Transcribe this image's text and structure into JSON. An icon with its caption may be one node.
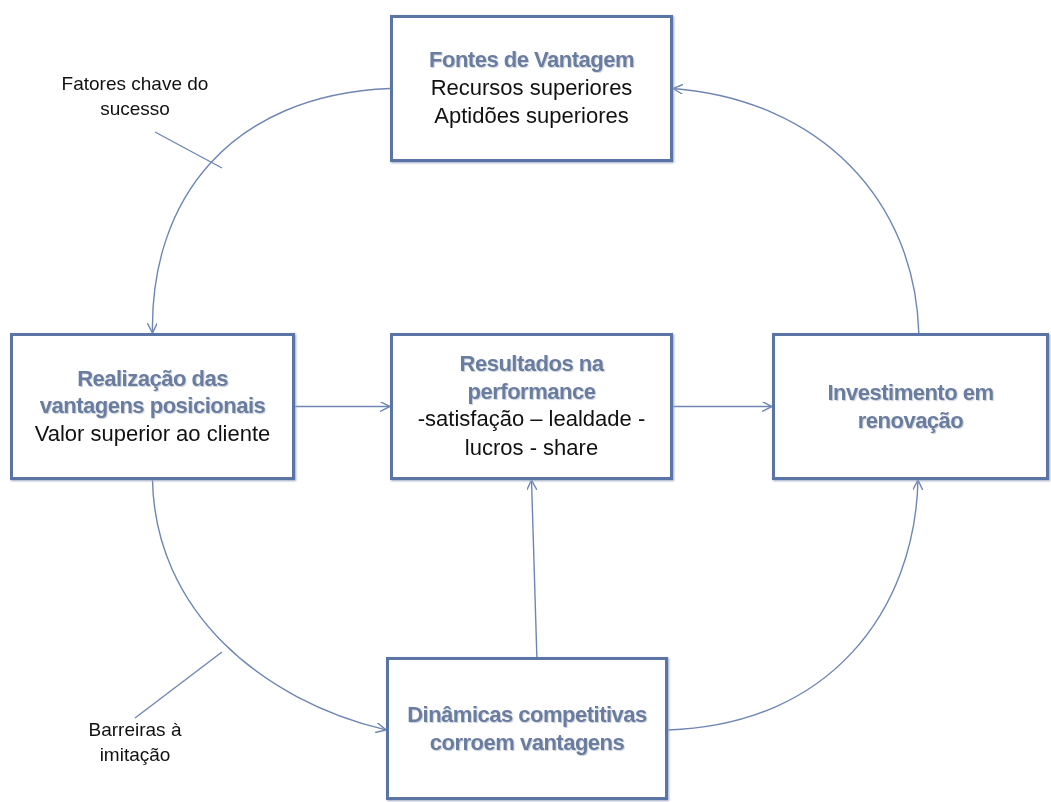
{
  "diagram": {
    "nodes": [
      {
        "text": [
          "Fontes de Vantagem",
          "Recursos superiores",
          "Aptidões superiores"
        ]
      },
      {
        "text": [
          "Realização das vantagens posicionais",
          "Valor superior ao cliente"
        ]
      },
      {
        "text": [
          "Resultados na performance",
          "-satisfação – lealdade - lucros - share"
        ]
      },
      {
        "text": [
          "Investimento em renovação"
        ]
      },
      {
        "text": [
          "Dinâmicas competitivas corroem vantagens"
        ]
      },
      {
        "text": [
          "Fatores chave do sucesso"
        ]
      },
      {
        "text": [
          "Barreiras à imitação"
        ]
      }
    ],
    "edges": [
      {
        "from": 0,
        "to": 1,
        "arrow": "to"
      },
      {
        "from": 1,
        "to": 2,
        "arrow": "to"
      },
      {
        "from": 2,
        "to": 3,
        "arrow": "to"
      },
      {
        "from": 3,
        "to": 0,
        "arrow": "to"
      },
      {
        "from": 1,
        "to": 4,
        "arrow": "to"
      },
      {
        "from": 4,
        "to": 2,
        "arrow": "to"
      },
      {
        "from": 4,
        "to": 3,
        "arrow": "to"
      },
      {
        "from": 5,
        "to": null,
        "arrow": "none"
      },
      {
        "from": 6,
        "to": null,
        "arrow": "none"
      }
    ]
  }
}
